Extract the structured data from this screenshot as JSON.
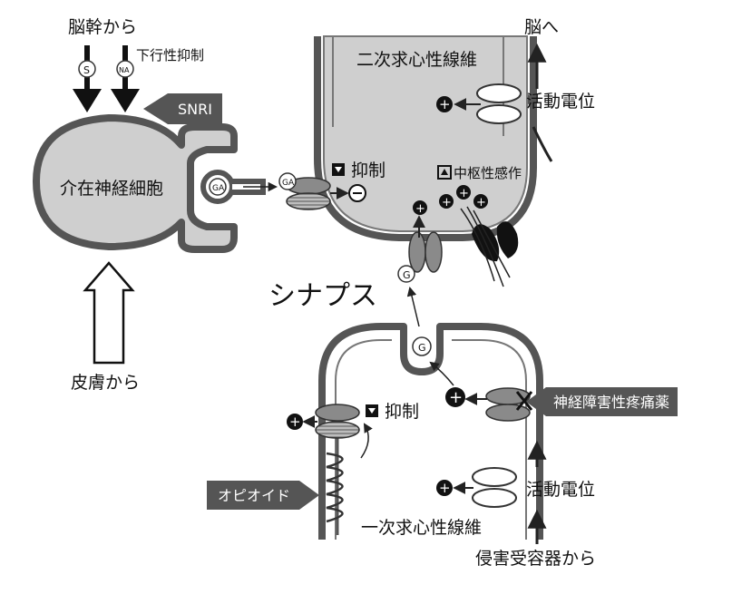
{
  "labels": {
    "from_brainstem": "脳幹から",
    "descending_inhibition": "下行性抑制",
    "serotonin_mark": "S",
    "noradrenaline_mark": "NA",
    "snri": "SNRI",
    "interneuron": "介在神経細胞",
    "gaba_mark": "GA",
    "gaba_receptor_mark": "GA",
    "inhibition_top": "抑制",
    "second_order_fiber": "二次求心性線維",
    "to_brain": "脳へ",
    "action_potential_top": "活動電位",
    "central_sensitization": "中枢性感作",
    "glutamate_mark_top": "G",
    "glutamate_mark_bottom": "G",
    "synapse": "シナプス",
    "from_skin": "皮膚から",
    "inhibition_bottom": "抑制",
    "neuropathic_drug": "神経障害性疼痛薬",
    "opioid": "オピオイド",
    "action_potential_bottom": "活動電位",
    "first_order_fiber": "一次求心性線維",
    "from_nociceptor": "侵害受容器から"
  },
  "colors": {
    "membrane": "#555555",
    "cytoplasm": "#cfcfcf",
    "receptor": "#8a8a8a",
    "channel": "#ffffff",
    "tag_bg": "#555555",
    "blocker": "#111111"
  }
}
